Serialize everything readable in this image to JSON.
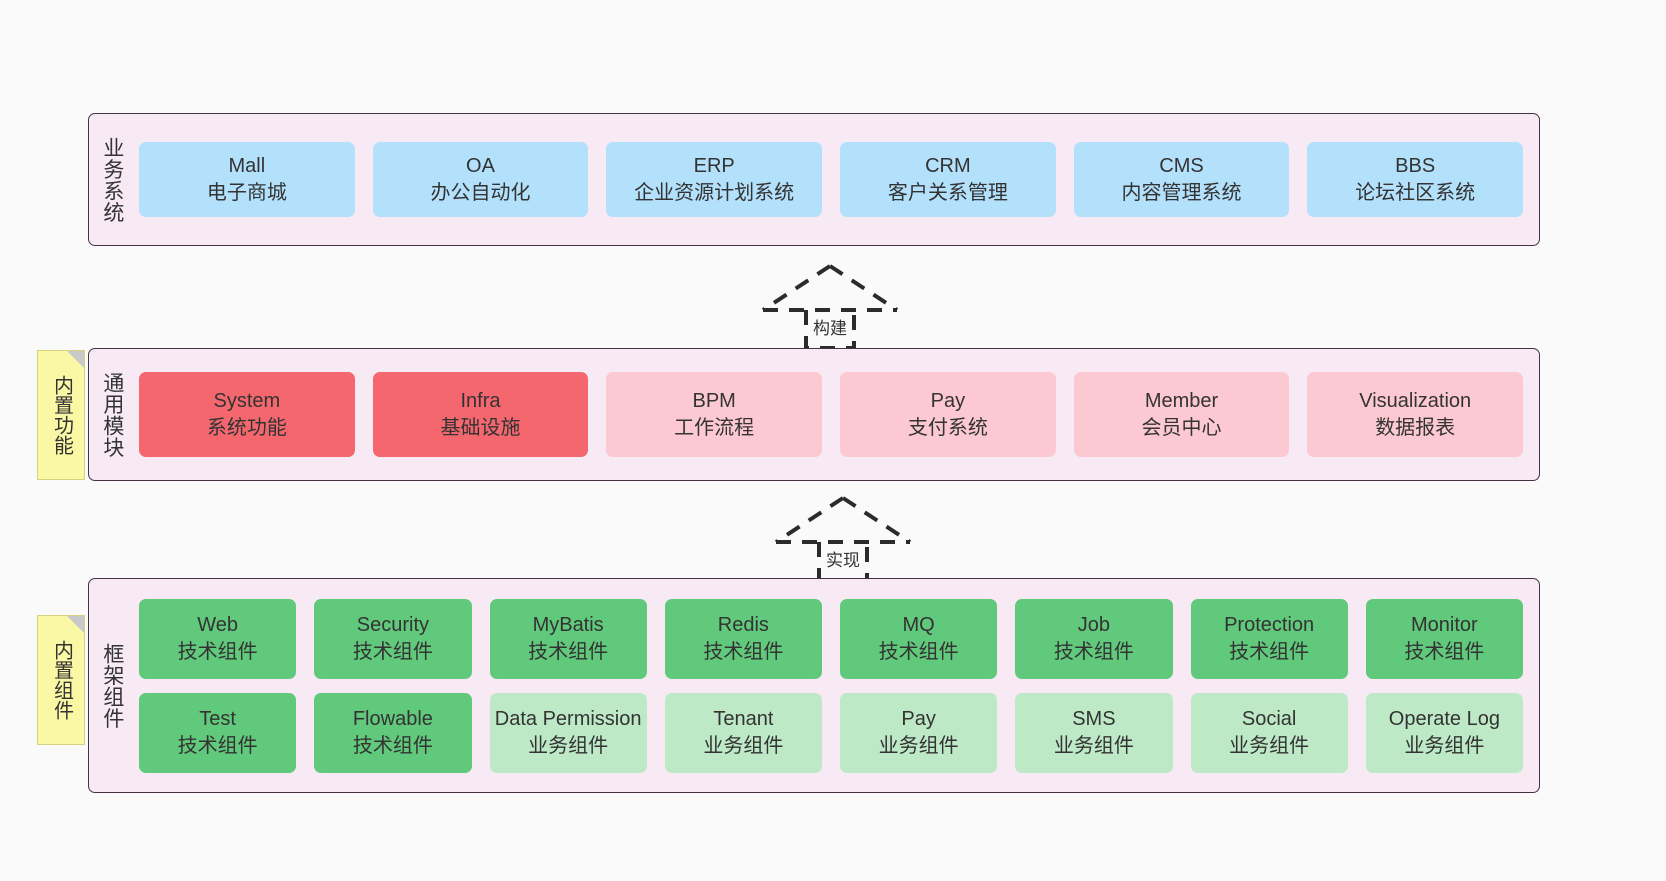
{
  "diagram": {
    "background_color": "#fafafa",
    "band_color": "#f7eaf5",
    "band_border_color": "#443344",
    "note_color": "#fbf8a5"
  },
  "layers": [
    {
      "id": "business",
      "title": "业务系统",
      "node_color": "#b3e0fb",
      "nodes": [
        {
          "name": "Mall",
          "desc": "电子商城"
        },
        {
          "name": "OA",
          "desc": "办公自动化"
        },
        {
          "name": "ERP",
          "desc": "企业资源计划系统"
        },
        {
          "name": "CRM",
          "desc": "客户关系管理"
        },
        {
          "name": "CMS",
          "desc": "内容管理系统"
        },
        {
          "name": "BBS",
          "desc": "论坛社区系统"
        }
      ]
    },
    {
      "id": "common-module",
      "title": "通用模块",
      "note": "内置功能",
      "node_color_strong": "#f4676f",
      "node_color_soft": "#fcc9d2",
      "nodes": [
        {
          "name": "System",
          "desc": "系统功能",
          "emphasis": "strong"
        },
        {
          "name": "Infra",
          "desc": "基础设施",
          "emphasis": "strong"
        },
        {
          "name": "BPM",
          "desc": "工作流程",
          "emphasis": "soft"
        },
        {
          "name": "Pay",
          "desc": "支付系统",
          "emphasis": "soft"
        },
        {
          "name": "Member",
          "desc": "会员中心",
          "emphasis": "soft"
        },
        {
          "name": "Visualization",
          "desc": "数据报表",
          "emphasis": "soft"
        }
      ]
    },
    {
      "id": "framework-component",
      "title": "框架组件",
      "note": "内置组件",
      "node_color_strong": "#61c97b",
      "node_color_soft": "#bee9c6",
      "row1": [
        {
          "name": "Web",
          "desc": "技术组件",
          "emphasis": "strong"
        },
        {
          "name": "Security",
          "desc": "技术组件",
          "emphasis": "strong"
        },
        {
          "name": "MyBatis",
          "desc": "技术组件",
          "emphasis": "strong"
        },
        {
          "name": "Redis",
          "desc": "技术组件",
          "emphasis": "strong"
        },
        {
          "name": "MQ",
          "desc": "技术组件",
          "emphasis": "strong"
        },
        {
          "name": "Job",
          "desc": "技术组件",
          "emphasis": "strong"
        },
        {
          "name": "Protection",
          "desc": "技术组件",
          "emphasis": "strong"
        },
        {
          "name": "Monitor",
          "desc": "技术组件",
          "emphasis": "strong"
        }
      ],
      "row2": [
        {
          "name": "Test",
          "desc": "技术组件",
          "emphasis": "strong"
        },
        {
          "name": "Flowable",
          "desc": "技术组件",
          "emphasis": "strong"
        },
        {
          "name": "Data Permission",
          "desc": "业务组件",
          "emphasis": "soft"
        },
        {
          "name": "Tenant",
          "desc": "业务组件",
          "emphasis": "soft"
        },
        {
          "name": "Pay",
          "desc": "业务组件",
          "emphasis": "soft"
        },
        {
          "name": "SMS",
          "desc": "业务组件",
          "emphasis": "soft"
        },
        {
          "name": "Social",
          "desc": "业务组件",
          "emphasis": "soft"
        },
        {
          "name": "Operate Log",
          "desc": "业务组件",
          "emphasis": "soft"
        }
      ]
    }
  ],
  "connectors": [
    {
      "id": "build",
      "label": "构建",
      "style": "dashed-generalization",
      "direction": "up"
    },
    {
      "id": "implement",
      "label": "实现",
      "style": "dashed-generalization",
      "direction": "up"
    }
  ]
}
